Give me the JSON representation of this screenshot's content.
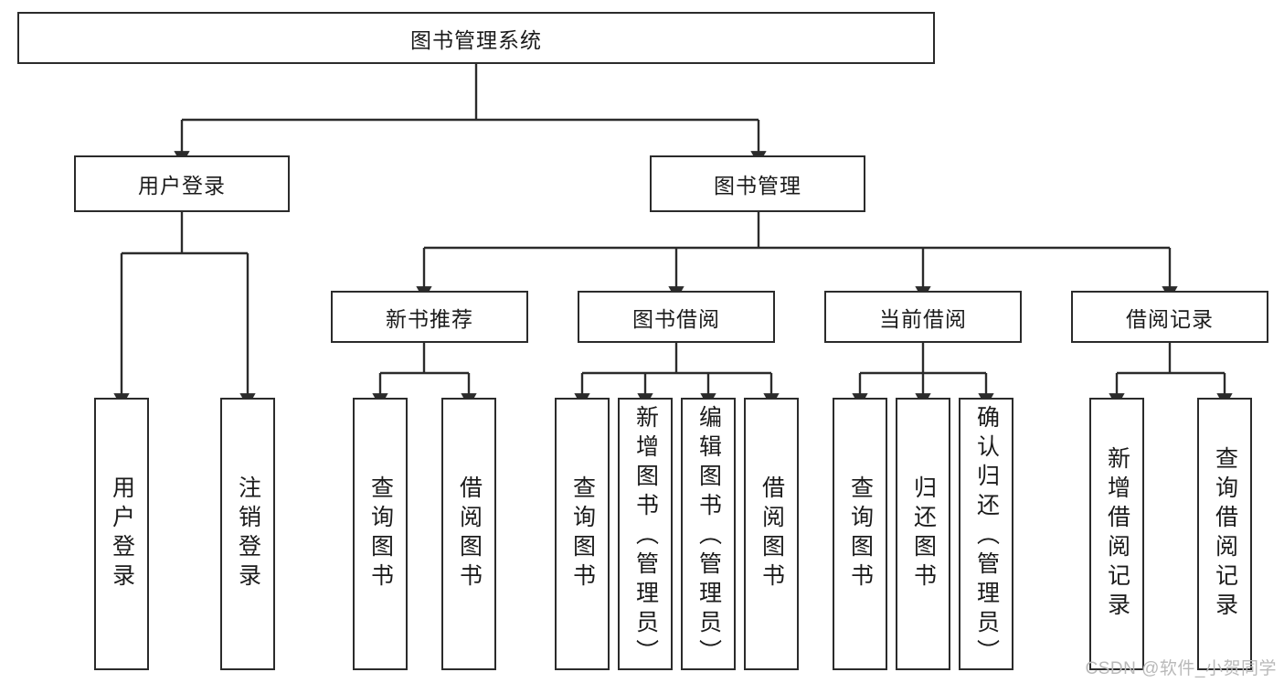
{
  "diagram": {
    "title": "图书管理系统",
    "type": "tree-hierarchy-chart",
    "watermark": "CSDN @软件_小贺同学",
    "colors": {
      "stroke": "#2b2b2b",
      "fill": "#ffffff",
      "text": "#1b1b1b",
      "watermark": "#b9b9b9"
    },
    "nodes": {
      "root": {
        "label": "图书管理系统"
      },
      "tier2": [
        {
          "label": "用户登录"
        },
        {
          "label": "图书管理"
        }
      ],
      "tier3": [
        {
          "label": "新书推荐"
        },
        {
          "label": "图书借阅"
        },
        {
          "label": "当前借阅"
        },
        {
          "label": "借阅记录"
        }
      ],
      "leaves": {
        "user_login": [
          {
            "label": "用户登录"
          },
          {
            "label": "注销登录"
          }
        ],
        "new_book_recommend": [
          {
            "label": "查询图书"
          },
          {
            "label": "借阅图书"
          }
        ],
        "book_borrow": [
          {
            "label": "查询图书"
          },
          {
            "label": "新增图书（管理员）"
          },
          {
            "label": "编辑图书（管理员）"
          },
          {
            "label": "借阅图书"
          }
        ],
        "current_borrow": [
          {
            "label": "查询图书"
          },
          {
            "label": "归还图书"
          },
          {
            "label": "确认归还（管理员）"
          }
        ],
        "borrow_record": [
          {
            "label": "新增借阅记录"
          },
          {
            "label": "查询借阅记录"
          }
        ]
      }
    }
  }
}
